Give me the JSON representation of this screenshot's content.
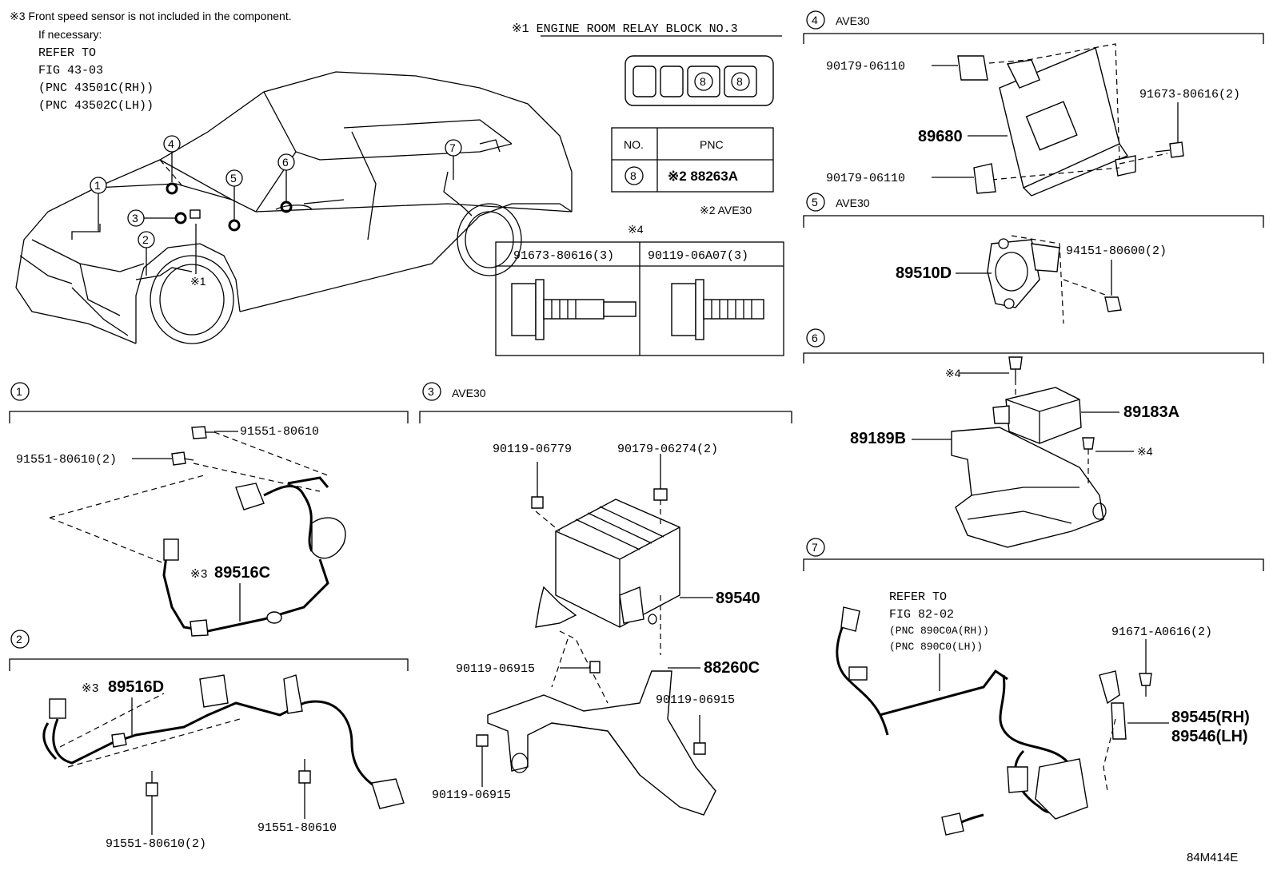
{
  "notes": {
    "note3": "※3 Front speed sensor is not included in the component.",
    "if_necessary": "If necessary:",
    "refer_to": "REFER TO",
    "fig": "FIG 43-03",
    "pnc_rh": "(PNC 43501C(RH))",
    "pnc_lh": "(PNC 43502C(LH))"
  },
  "relay_block": {
    "title": "※1 ENGINE ROOM RELAY BLOCK NO.3",
    "slot_label": "8",
    "table_header_no": "NO.",
    "table_header_pnc": "PNC",
    "table_no": "8",
    "table_pnc": "※2 88263A",
    "ave_note": "※2 AVE30"
  },
  "bolts_table": {
    "marker": "※4",
    "col1": "91673-80616(3)",
    "col2": "90119-06A07(3)"
  },
  "car": {
    "callouts": [
      "1",
      "2",
      "3",
      "4",
      "5",
      "6",
      "7"
    ],
    "relay_marker": "※1"
  },
  "section1": {
    "num": "1",
    "parts": {
      "p1": "91551-80610",
      "p2": "91551-80610(2)",
      "p3_prefix": "※3",
      "p3": "89516C"
    }
  },
  "section2": {
    "num": "2",
    "parts": {
      "p1_prefix": "※3",
      "p1": "89516D",
      "p2": "91551-80610(2)",
      "p3": "91551-80610"
    }
  },
  "section3": {
    "num": "3",
    "ave": "AVE30",
    "parts": {
      "p1": "90119-06779",
      "p2": "90179-06274(2)",
      "p3": "89540",
      "p4": "90119-06915",
      "p5": "88260C",
      "p6": "90119-06915",
      "p7": "90119-06915"
    }
  },
  "section4": {
    "num": "4",
    "ave": "AVE30",
    "parts": {
      "p1": "90179-06110",
      "p2": "89680",
      "p3": "90179-06110",
      "p4": "91673-80616(2)"
    }
  },
  "section5": {
    "num": "5",
    "ave": "AVE30",
    "parts": {
      "p1": "89510D",
      "p2": "94151-80600(2)"
    }
  },
  "section6": {
    "num": "6",
    "parts": {
      "p1": "※4",
      "p2": "89183A",
      "p3": "89189B",
      "p4": "※4"
    }
  },
  "section7": {
    "num": "7",
    "refer": "REFER TO",
    "fig": "FIG 82-02",
    "pnc_rh": "(PNC 890C0A(RH))",
    "pnc_lh": "(PNC 890C0(LH))",
    "parts": {
      "p1": "91671-A0616(2)",
      "p2": "89545(RH)",
      "p3": "89546(LH)"
    }
  },
  "figure_code": "84M414E"
}
